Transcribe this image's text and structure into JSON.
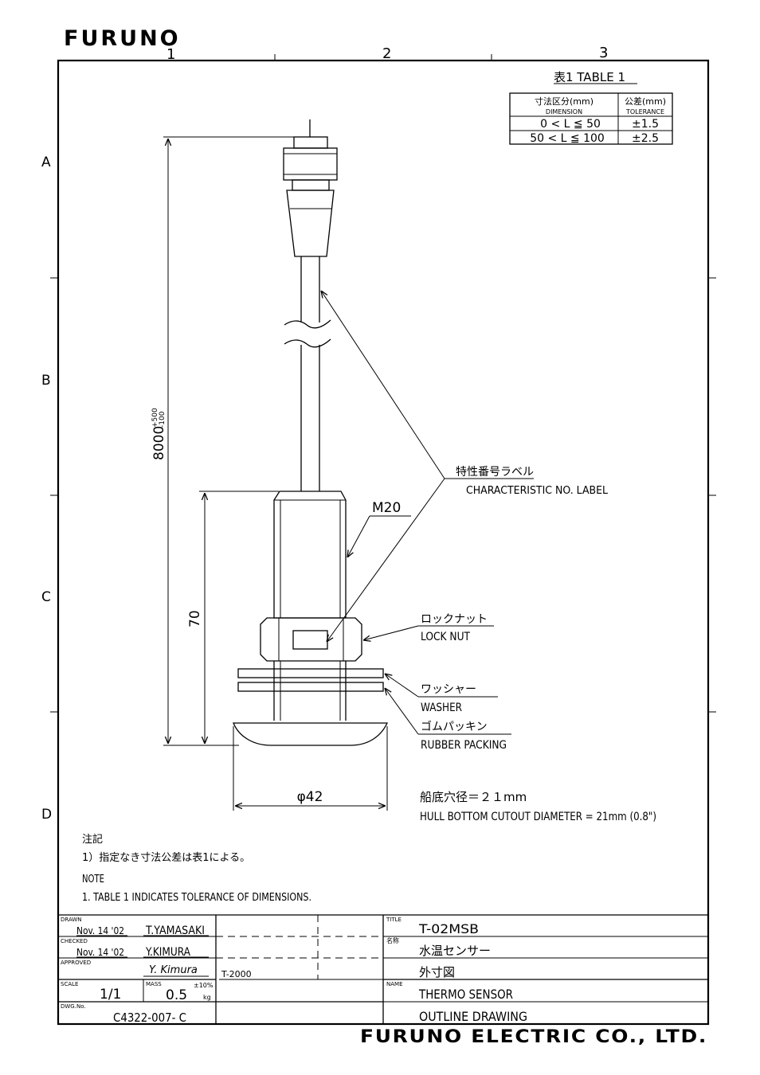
{
  "header": {
    "logo": "FURUNO",
    "col_labels": [
      "1",
      "2",
      "3"
    ],
    "row_labels": [
      "A",
      "B",
      "C",
      "D"
    ]
  },
  "table1": {
    "title": "表1 TABLE 1",
    "col1_header_jp": "寸法区分(mm)",
    "col1_header_en": "DIMENSION",
    "col2_header_jp": "公差(mm)",
    "col2_header_en": "TOLERANCE",
    "rows": [
      {
        "range": "0 < L ≦ 50",
        "tol": "±1.5"
      },
      {
        "range": "50 < L ≦ 100",
        "tol": "±2.5"
      }
    ]
  },
  "dimensions": {
    "cable_length": "8000",
    "cable_tol_plus": "+500",
    "cable_tol_minus": "-100",
    "body_length": "70",
    "thread": "M20",
    "diameter": "φ42"
  },
  "labels": {
    "char_label_jp": "特性番号ラベル",
    "char_label_en": "CHARACTERISTIC NO. LABEL",
    "lock_nut_jp": "ロックナット",
    "lock_nut_en": "LOCK NUT",
    "washer_jp": "ワッシャー",
    "washer_en": "WASHER",
    "rubber_jp": "ゴムパッキン",
    "rubber_en": "RUBBER PACKING",
    "hull_jp": "船底穴径＝２１mm",
    "hull_en": "HULL BOTTOM CUTOUT DIAMETER = 21mm (0.8\")"
  },
  "notes": {
    "jp_title": "注記",
    "jp_line": "1）指定なき寸法公差は表1による。",
    "en_title": "NOTE",
    "en_line": "1. TABLE 1 INDICATES TOLERANCE OF DIMENSIONS."
  },
  "title_block": {
    "drawn_label": "DRAWN",
    "drawn_date": "Nov. 14 '02",
    "drawn_name": "T.YAMASAKI",
    "checked_label": "CHECKED",
    "checked_date": "Nov. 14 '02",
    "checked_name": "Y.KIMURA",
    "approved_label": "APPROVED",
    "approved_sign": "Y. Kimura",
    "scale_label": "SCALE",
    "scale": "1/1",
    "mass_label": "MASS",
    "mass_tol": "±10%",
    "mass": "0.5",
    "mass_unit": "kg",
    "dwg_label": "DWG.No.",
    "dwg_no": "C4322-007- C",
    "ref": "T-2000",
    "title_label": "TITLE",
    "title": "T-02MSB",
    "name_jp_label": "名称",
    "name_jp": "水温センサー",
    "name_jp2": "外寸図",
    "name_label": "NAME",
    "name_en": "THERMO SENSOR",
    "name_en2": "OUTLINE DRAWING",
    "company": "FURUNO ELECTRIC CO., LTD."
  }
}
